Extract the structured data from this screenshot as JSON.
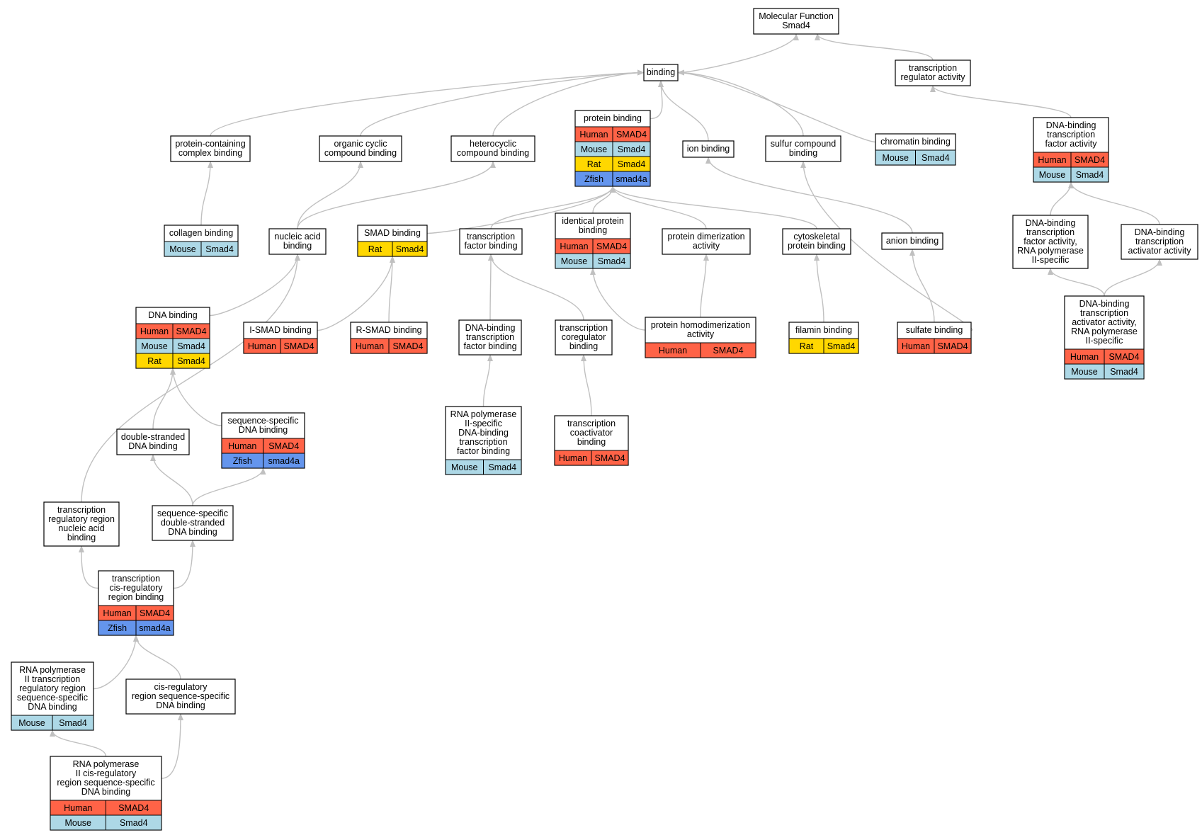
{
  "colors": {
    "Human": "#ff6347",
    "Mouse": "#add8e6",
    "Rat": "#ffd700",
    "Zfish": "#6495ed",
    "edge": "#c0c0c0"
  },
  "nodes": [
    {
      "id": "mf",
      "label": [
        "Molecular Function",
        "Smad4"
      ],
      "rows": []
    },
    {
      "id": "binding",
      "label": [
        "binding"
      ],
      "rows": []
    },
    {
      "id": "trans_reg",
      "label": [
        "transcription",
        "regulator activity"
      ],
      "rows": []
    },
    {
      "id": "prot_complex",
      "label": [
        "protein-containing",
        "complex binding"
      ],
      "rows": []
    },
    {
      "id": "org_cyclic",
      "label": [
        "organic cyclic",
        "compound binding"
      ],
      "rows": []
    },
    {
      "id": "hetero",
      "label": [
        "heterocyclic",
        "compound binding"
      ],
      "rows": []
    },
    {
      "id": "protein_binding",
      "label": [
        "protein binding"
      ],
      "rows": [
        [
          "Human",
          "SMAD4"
        ],
        [
          "Mouse",
          "Smad4"
        ],
        [
          "Rat",
          "Smad4"
        ],
        [
          "Zfish",
          "smad4a"
        ]
      ]
    },
    {
      "id": "ion",
      "label": [
        "ion binding"
      ],
      "rows": []
    },
    {
      "id": "sulfur",
      "label": [
        "sulfur compound",
        "binding"
      ],
      "rows": []
    },
    {
      "id": "chromatin",
      "label": [
        "chromatin binding"
      ],
      "rows": [
        [
          "Mouse",
          "Smad4"
        ]
      ]
    },
    {
      "id": "dbtfa",
      "label": [
        "DNA-binding",
        "transcription",
        "factor activity"
      ],
      "rows": [
        [
          "Human",
          "SMAD4"
        ],
        [
          "Mouse",
          "Smad4"
        ]
      ]
    },
    {
      "id": "collagen",
      "label": [
        "collagen binding"
      ],
      "rows": [
        [
          "Mouse",
          "Smad4"
        ]
      ]
    },
    {
      "id": "nucleic",
      "label": [
        "nucleic acid",
        "binding"
      ],
      "rows": []
    },
    {
      "id": "smad",
      "label": [
        "SMAD binding"
      ],
      "rows": [
        [
          "Rat",
          "Smad4"
        ]
      ]
    },
    {
      "id": "tfb",
      "label": [
        "transcription",
        "factor binding"
      ],
      "rows": []
    },
    {
      "id": "identical",
      "label": [
        "identical protein",
        "binding"
      ],
      "rows": [
        [
          "Human",
          "SMAD4"
        ],
        [
          "Mouse",
          "Smad4"
        ]
      ]
    },
    {
      "id": "dimer",
      "label": [
        "protein dimerization",
        "activity"
      ],
      "rows": []
    },
    {
      "id": "cyto",
      "label": [
        "cytoskeletal",
        "protein binding"
      ],
      "rows": []
    },
    {
      "id": "anion",
      "label": [
        "anion binding"
      ],
      "rows": []
    },
    {
      "id": "dbtfa_rnap",
      "label": [
        "DNA-binding",
        "transcription",
        "factor activity,",
        "RNA polymerase",
        "II-specific"
      ],
      "rows": []
    },
    {
      "id": "dbta",
      "label": [
        "DNA-binding",
        "transcription",
        "activator activity"
      ],
      "rows": []
    },
    {
      "id": "dna_binding",
      "label": [
        "DNA binding"
      ],
      "rows": [
        [
          "Human",
          "SMAD4"
        ],
        [
          "Mouse",
          "Smad4"
        ],
        [
          "Rat",
          "Smad4"
        ]
      ]
    },
    {
      "id": "ismad",
      "label": [
        "I-SMAD binding"
      ],
      "rows": [
        [
          "Human",
          "SMAD4"
        ]
      ]
    },
    {
      "id": "rsmad",
      "label": [
        "R-SMAD binding"
      ],
      "rows": [
        [
          "Human",
          "SMAD4"
        ]
      ]
    },
    {
      "id": "dbtfb",
      "label": [
        "DNA-binding",
        "transcription",
        "factor binding"
      ],
      "rows": []
    },
    {
      "id": "tcoreg",
      "label": [
        "transcription",
        "coregulator",
        "binding"
      ],
      "rows": []
    },
    {
      "id": "homodimer",
      "label": [
        "protein homodimerization",
        "activity"
      ],
      "rows": [
        [
          "Human",
          "SMAD4"
        ]
      ]
    },
    {
      "id": "filamin",
      "label": [
        "filamin binding"
      ],
      "rows": [
        [
          "Rat",
          "Smad4"
        ]
      ]
    },
    {
      "id": "sulfate",
      "label": [
        "sulfate binding"
      ],
      "rows": [
        [
          "Human",
          "SMAD4"
        ]
      ]
    },
    {
      "id": "dbtaa_rnap",
      "label": [
        "DNA-binding",
        "transcription",
        "activator activity,",
        "RNA polymerase",
        "II-specific"
      ],
      "rows": [
        [
          "Human",
          "SMAD4"
        ],
        [
          "Mouse",
          "Smad4"
        ]
      ]
    },
    {
      "id": "ds_dna",
      "label": [
        "double-stranded",
        "DNA binding"
      ],
      "rows": []
    },
    {
      "id": "ss_dna",
      "label": [
        "sequence-specific",
        "DNA binding"
      ],
      "rows": [
        [
          "Human",
          "SMAD4"
        ],
        [
          "Zfish",
          "smad4a"
        ]
      ]
    },
    {
      "id": "rnap_dbtfb",
      "label": [
        "RNA polymerase",
        "II-specific",
        "DNA-binding",
        "transcription",
        "factor binding"
      ],
      "rows": [
        [
          "Mouse",
          "Smad4"
        ]
      ]
    },
    {
      "id": "tcoact",
      "label": [
        "transcription",
        "coactivator",
        "binding"
      ],
      "rows": [
        [
          "Human",
          "SMAD4"
        ]
      ]
    },
    {
      "id": "trr_na",
      "label": [
        "transcription",
        "regulatory region",
        "nucleic acid",
        "binding"
      ],
      "rows": []
    },
    {
      "id": "ssds_dna",
      "label": [
        "sequence-specific",
        "double-stranded",
        "DNA binding"
      ],
      "rows": []
    },
    {
      "id": "tcis",
      "label": [
        "transcription",
        "cis-regulatory",
        "region binding"
      ],
      "rows": [
        [
          "Human",
          "SMAD4"
        ],
        [
          "Zfish",
          "smad4a"
        ]
      ]
    },
    {
      "id": "rnap_trr",
      "label": [
        "RNA polymerase",
        "II transcription",
        "regulatory region",
        "sequence-specific",
        "DNA binding"
      ],
      "rows": [
        [
          "Mouse",
          "Smad4"
        ]
      ]
    },
    {
      "id": "cis_ss",
      "label": [
        "cis-regulatory",
        "region sequence-specific",
        "DNA binding"
      ],
      "rows": []
    },
    {
      "id": "rnap_cis",
      "label": [
        "RNA polymerase",
        "II cis-regulatory",
        "region sequence-specific",
        "DNA binding"
      ],
      "rows": [
        [
          "Human",
          "SMAD4"
        ],
        [
          "Mouse",
          "Smad4"
        ]
      ]
    }
  ]
}
